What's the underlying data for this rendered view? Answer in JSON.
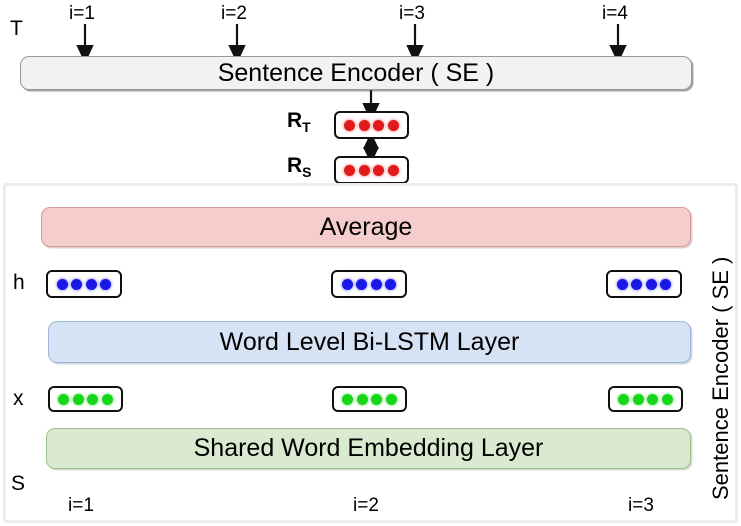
{
  "figure": {
    "title_top_label": "T",
    "title_bottom_label": "S"
  },
  "top_section": {
    "side_label": "T",
    "index_labels": [
      "i=1",
      "i=2",
      "i=3",
      "i=4"
    ],
    "encoder_box_label": "Sentence Encoder ( SE )",
    "representations": [
      {
        "name": "R_T",
        "label": "R",
        "subscript": "T",
        "dot_color": "#e01b1b",
        "dot_count": 4
      },
      {
        "name": "R_S",
        "label": "R",
        "subscript": "S",
        "dot_color": "#e01b1b",
        "dot_count": 4
      }
    ]
  },
  "bottom_section": {
    "panel_label": "Sentence Encoder ( SE )",
    "side_label": "S",
    "index_labels": [
      "i=1",
      "i=2",
      "i=3"
    ],
    "layers": [
      {
        "name": "average",
        "label": "Average",
        "color": "#f6cdcd"
      },
      {
        "name": "bilstm",
        "label": "Word Level Bi-LSTM Layer",
        "color": "#d6e3f5"
      },
      {
        "name": "embedding",
        "label": "Shared Word Embedding Layer",
        "color": "#d9ead0"
      }
    ],
    "hidden_row": {
      "label": "h",
      "dot_color": "#1a18e6",
      "dot_count": 4,
      "vectors": 3
    },
    "input_row": {
      "label": "x",
      "dot_color": "#17d617",
      "dot_count": 4,
      "vectors": 3
    }
  },
  "colors": {
    "red": "#e01b1b",
    "blue": "#1a18e6",
    "green": "#17d617",
    "gray_bar": "#f2f2f2",
    "pink_bar": "#f6cdcd",
    "blue_bar": "#d6e3f5",
    "green_bar": "#d9ead0",
    "panel_border": "#ececec",
    "stroke": "#111111"
  }
}
